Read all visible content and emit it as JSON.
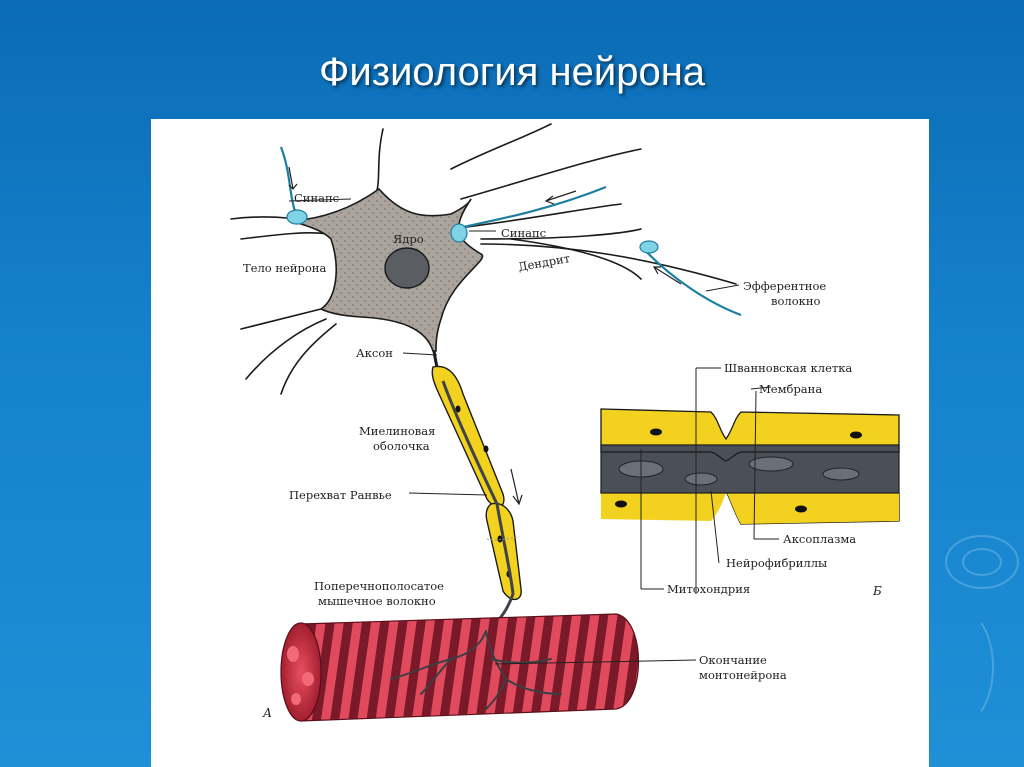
{
  "slide": {
    "title": "Физиология нейрона",
    "background": "#1178c2"
  },
  "figure": {
    "labels": {
      "synapse_left": "Синапс",
      "nucleus": "Ядро",
      "synapse_right": "Синапс",
      "neuron_body": "Тело нейрона",
      "dendrite": "Дендрит",
      "efferent_line1": "Эфферентное",
      "efferent_line2": "волокно",
      "axon": "Аксон",
      "myelin_line1": "Миелиновая",
      "myelin_line2": "оболочка",
      "ranvier": "Перехват Ранвье",
      "muscle_line1": "Поперечнополосатое",
      "muscle_line2": "мышечное волокно",
      "ending_line1": "Окончание",
      "ending_line2": "монтонейрона",
      "schwann": "Шванновская клетка",
      "membrane": "Мембрана",
      "axoplasm": "Аксоплазма",
      "neurofibrils": "Нейрофибриллы",
      "mitochondria": "Митохондрия",
      "panel_a": "А",
      "panel_b": "Б"
    },
    "colors": {
      "soma": "#a9a39b",
      "myelin": "#f2d21e",
      "axon_core": "#3f444a",
      "synapse": "#7fd3e6",
      "muscle": "#c83a4c"
    }
  }
}
